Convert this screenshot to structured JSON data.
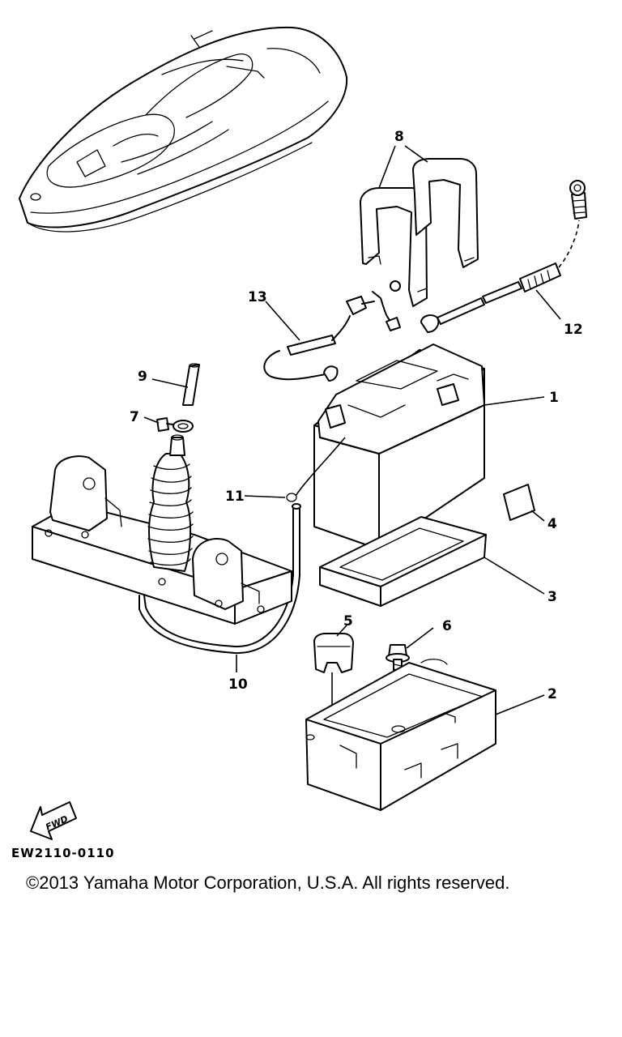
{
  "callouts": {
    "c1": "1",
    "c2": "2",
    "c3": "3",
    "c4": "4",
    "c5": "5",
    "c6": "6",
    "c7": "7",
    "c8": "8",
    "c9": "9",
    "c10": "10",
    "c11": "11",
    "c12": "12",
    "c13": "13"
  },
  "fwd_label": "FWD",
  "diagram_code": "EW2110-0110",
  "copyright": "©2013 Yamaha Motor Corporation, U.S.A. All rights reserved."
}
